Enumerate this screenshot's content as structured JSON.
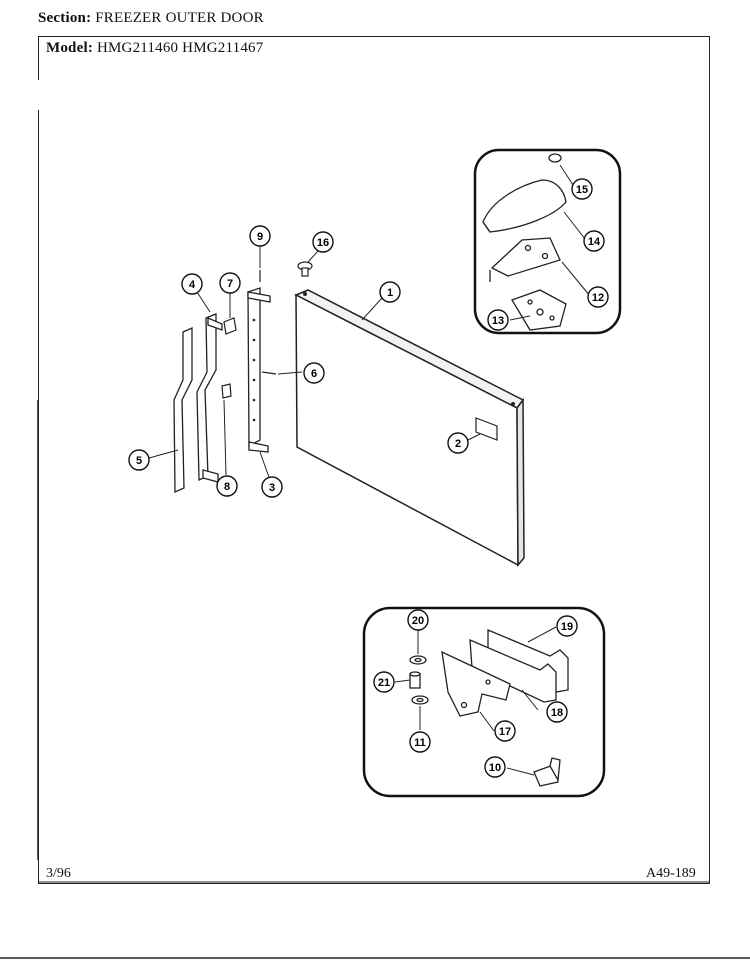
{
  "header": {
    "section_label": "Section:",
    "section_value": "FREEZER OUTER DOOR",
    "model_label": "Model:",
    "model_value": "HMG211460  HMG211467"
  },
  "footer": {
    "date": "3/96",
    "code": "A49-189"
  },
  "callouts": {
    "c1": "1",
    "c2": "2",
    "c3": "3",
    "c4": "4",
    "c5": "5",
    "c6": "6",
    "c7": "7",
    "c8": "8",
    "c9": "9",
    "c10": "10",
    "c11": "11",
    "c12": "12",
    "c13": "13",
    "c14": "14",
    "c15": "15",
    "c16": "16",
    "c17": "17",
    "c18": "18",
    "c19": "19",
    "c20": "20",
    "c21": "21"
  }
}
